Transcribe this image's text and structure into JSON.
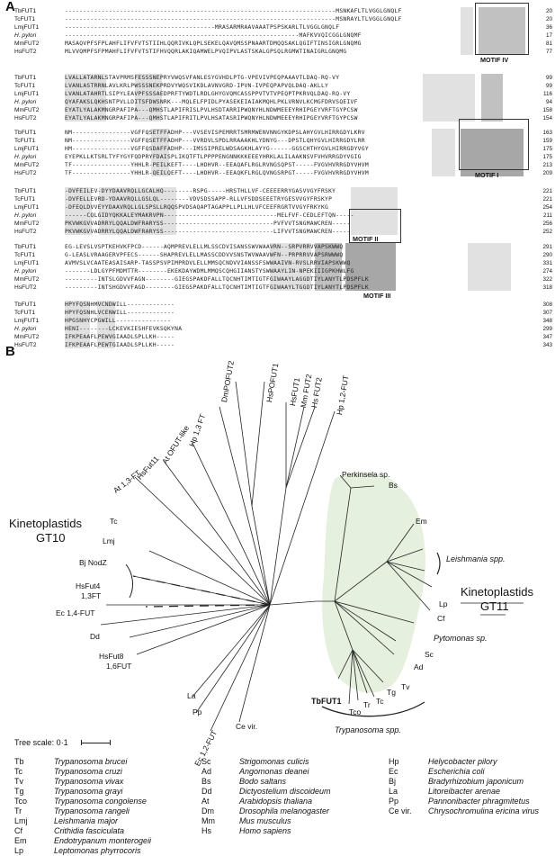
{
  "panelA": {
    "letter": "A",
    "motifs": [
      "MOTIF IV",
      "MOTIF I",
      "MOTIF II",
      "MOTIF III"
    ],
    "blocks": [
      {
        "rows": [
          {
            "name": "TbFUT1",
            "italic": false,
            "seq": "--------------------------------------------------------------------------MSNKAFLTLVGGLGNQLF",
            "end": "20"
          },
          {
            "name": "TcFUT1",
            "italic": false,
            "seq": "--------------------------------------------------------------------------MSNRAYLTLVGGLGNQLF",
            "end": "20"
          },
          {
            "name": "LmjFUT1",
            "italic": false,
            "seq": "-----------------------------------------MRASARMRAAVAAATPSPSKARLTLVGGLGNQLF",
            "end": "36"
          },
          {
            "name": "H. pylori",
            "italic": true,
            "seq": "----------------------------------------------------------------MAFKVVQICGGLGNQMF",
            "end": "17"
          },
          {
            "name": "MmFUT2",
            "italic": false,
            "seq": "MASAQVPFSFPLAHFLIFVFVTSTIIHLQQRIVKLQPLSEKELQAVQMSSPNAARTDMQQSAKLQGIFTINSIGRLGNQMG",
            "end": "81"
          },
          {
            "name": "HsFUT2",
            "italic": false,
            "seq": "MLVVQMPFSFPMAHFLIFVFVTSTIFHVQQRLAKIQAMWELPVQIPVLASTSKALGPSQLRGMWTINAIGRLGNQMG",
            "end": "77"
          }
        ]
      },
      {
        "rows": [
          {
            "name": "TbFUT1",
            "italic": false,
            "seq": "LVALLATARNLSTAVPRMSFESSSNEPRYVWQSVFANLESYGVHDLPTG-VPEVIVPEQPAAAVTLDAQ-RQ-VY",
            "end": "99"
          },
          {
            "name": "TcFUT1",
            "italic": false,
            "seq": "LVANLASTRRNLAVLKRLPWSSSNEKPRDVYWQSVIKDLAVNVGRD-IPVN-IVPEQPAPVQLDAQ-AKLLY",
            "end": "99"
          },
          {
            "name": "LmjFUT1",
            "italic": false,
            "seq": "LVANLATAHRTLSIPYLEAVPFSSSAEDPRFTYWDTLRDLGHYGVQMCASSPPVTVTVPEQPTPKRVQLDAQ-RQ-VY",
            "end": "116"
          },
          {
            "name": "H. pylori",
            "italic": true,
            "seq": "QYAFAKSLQKHSNTPVLLDITSFDWSNRK---MQLELFPIDLPYASEKEIAIAKMQHLPKLVRNVLKCMGFDRVSQEIVF",
            "end": "94"
          },
          {
            "name": "MmFUT2",
            "italic": false,
            "seq": "EYATLYALAKMNGRPAFIPA---QMHSTLAPIFRISLPVLHSDTARRIPWQNYHLNDWMEEEYRHIPGEYVRFTGYPCSW",
            "end": "158"
          },
          {
            "name": "HsFUT2",
            "italic": false,
            "seq": "EYATLYALAKMNGRPAFIPA---QMHSTLAPIFRITLPVLHSATASRIPWQNYHLNDWMEEEYRHIPGEYVRFTGYPCSW",
            "end": "154"
          }
        ]
      },
      {
        "rows": [
          {
            "name": "TbFUT1",
            "italic": false,
            "seq": "NM----------------VGFFQSETFFADHP---VVSEVISPEMRRTSMRMWENVNNGYKDPSLAHYGVLHIRRGDYLKRV",
            "end": "163"
          },
          {
            "name": "TcFUT1",
            "italic": false,
            "seq": "NM----------------VGFFQSETFFADHP---VVRDVLSPDLRRAAAKHLYDNYG---DPSTLQHYGVLHIRRGDYLRR",
            "end": "159"
          },
          {
            "name": "LmjFUT1",
            "italic": false,
            "seq": "HM----------------VGFFQSDAFFADHP---IMSSIPRELWDSAGKHLAYYG------GGSCHTHYGVLHIRRGDYVGY",
            "end": "175"
          },
          {
            "name": "H. pylori",
            "italic": true,
            "seq": "EYEPKLLKTSRLTYFYGYFQDPRYFDAISPLIKQTFTLPPPPENGNNKKKEEEYHRKLALILAAKNSVFVHVRRGDYVGIG",
            "end": "175"
          },
          {
            "name": "MmFUT2",
            "italic": false,
            "seq": "TF----------------YHHLR-PEILKEFT----LHDHVR--EEAQAFLRGLRVNGSQPST-----FVGVHVRRGDYVHVM",
            "end": "213"
          },
          {
            "name": "HsFUT2",
            "italic": false,
            "seq": "TF----------------YHHLR-QEILQEFT----LHDHVR--EEAQKFLRGLQVNGSRPGT-----FVGVHVRRGDYVHVM",
            "end": "209"
          }
        ]
      },
      {
        "rows": [
          {
            "name": "TbFUT1",
            "italic": false,
            "seq": "-DVFEILEV-DYYDAAVRQLLGCALHQ--------RSPG-----HRSTHLLVF-CEEEERRYGASVVGYFRSKY",
            "end": "221"
          },
          {
            "name": "TcFUT1",
            "italic": false,
            "seq": "-DVFELLEVRD-YDAAVRQLLGSLQL--------VDVSDSSAPP-RLLVFSDDSEEETRYGESVVGYFRSKYP",
            "end": "221"
          },
          {
            "name": "LmjFUT1",
            "italic": false,
            "seq": "-DFEQLDVVEYYDAAVRQLLGLSPSLLRQQSPVDSAQAPTAGAPPLLPLLHLVFCEEFRGRTVVGYFRKYKG",
            "end": "254"
          },
          {
            "name": "H. pylori",
            "italic": true,
            "seq": "------CQLGIDYQKKALEYMAKRVPN-------------------------------MELFVF-CEDLEFTQN-----",
            "end": "211"
          },
          {
            "name": "MmFUT2",
            "italic": false,
            "seq": "PKVWKGVVADRRYLQQALDWFRARYSS------------------------------PVFVVTSNGMAWCREN-----",
            "end": "256"
          },
          {
            "name": "HsFUT2",
            "italic": false,
            "seq": "PKVWKGVVADRRYLQQALDWFRARYSS------------------------------LIFVVTSNGMAWCREN-----",
            "end": "252"
          }
        ]
      },
      {
        "rows": [
          {
            "name": "TbFUT1",
            "italic": false,
            "seq": "EG-LEVSLVSPTKEHVKFPCD------AQMPREVLELLMLSSCDVISANSSWVWAAVRN--SRPVRRVVAPSKWWQ",
            "end": "291"
          },
          {
            "name": "TcFUT1",
            "italic": false,
            "seq": "G-LEASLVRAAGERVPFECS------SHAPREVLELLMASSCDDVVSNSTWVWAAVWFN--PRPRRVVAPSRWWWQ",
            "end": "290"
          },
          {
            "name": "LmjFUT1",
            "italic": false,
            "seq": "AVMVSLVCAATEASAISARP-TASSPSVPIMPRDVLELLMMSQCNDVVIANSSFSWWAAIVN-RVSLRRVIAPSKWWQ",
            "end": "331"
          },
          {
            "name": "H. pylori",
            "italic": true,
            "seq": "-------LDLGYPFMDMTTR--------EKEKDAYWDMLMMQSCQHGIIANSTYSWWAAYLIN-NPEKIIIGPKHWLFG",
            "end": "274"
          },
          {
            "name": "MmFUT2",
            "italic": false,
            "seq": "---------INTSLGDVVFAGN--------GIEGSPAKDFALLTQCNHTIMTIGTFGIWAAYLAGGDTIYLANYTLPDSPFLK",
            "end": "322"
          },
          {
            "name": "HsFUT2",
            "italic": false,
            "seq": "---------INTSHGDVVFAGD--------GIEGSPAKDFALLTQCNHTIMTIGTFGIWAAYLTGGDTIYLANYTLPDSPFLK",
            "end": "318"
          }
        ]
      },
      {
        "rows": [
          {
            "name": "TbFUT1",
            "italic": false,
            "seq": "HPYFQSNHMVCNDWILL-------------",
            "end": "308"
          },
          {
            "name": "TcFUT1",
            "italic": false,
            "seq": "HPYFQSNHLVCENWILL-------------",
            "end": "307"
          },
          {
            "name": "LmjFUT1",
            "italic": false,
            "seq": "HPGSNHYCPGWILL---------------",
            "end": "348"
          },
          {
            "name": "H. pylori",
            "italic": true,
            "seq": "HENI--------LCKEVKIESHFEVKSQKYNA",
            "end": "299"
          },
          {
            "name": "MmFUT2",
            "italic": false,
            "seq": "IFKPEAAFLPEWVGIAADLSPLLKH-----",
            "end": "347"
          },
          {
            "name": "HsFUT2",
            "italic": false,
            "seq": "IFKPEAAFLPEWTGIAADLSPLLKH-----",
            "end": "343"
          }
        ]
      }
    ]
  },
  "panelB": {
    "letter": "B",
    "clade_labels": {
      "gt10_title": "Kinetoplastids",
      "gt10_sub": "GT10",
      "gt11_title": "Kinetoplastids",
      "gt11_sub": "GT11",
      "leishmania": "Leishmania spp.",
      "pytomonas": "Pytomonas sp.",
      "trypanosoma": "Trypanosoma spp."
    },
    "leaves": {
      "dm_pofut2": "DmPOFUT2",
      "hs_pofut1": "HsPOFUT1",
      "hs_fut1": "HsFUT1",
      "mm_fut2": "Mm FUT2",
      "hs_fut2": "Hs FUT2",
      "hp_12_fut": "Hp 1,2-FUT",
      "hp_13_ft": "Hp 1,3 FT",
      "at_ofut_like": "At OFUT-like",
      "hs_fut11": "HsFut11",
      "at_13_ft": "At 1,3-FT",
      "tc": "Tc",
      "lmj": "Lmj",
      "bj_nodz": "Bj NodZ",
      "hs_fut4": "HsFut4",
      "hs_fut4_sub": "1,3FT",
      "ec_14_fut": "Ec 1,4-FUT",
      "dd": "Dd",
      "hs_fut8": "HsFut8",
      "hs_fut8_sub": "1,6FUT",
      "la": "La",
      "pp": "Pp",
      "ec_12_fut": "Ec 1,2-FUT",
      "ce_vir": "Ce vir.",
      "perkinsela": "Perkinsela sp.",
      "bs": "Bs",
      "em": "Em",
      "lp": "Lp",
      "cf": "Cf",
      "sc": "Sc",
      "ad": "Ad",
      "tv": "Tv",
      "tg": "Tg",
      "tc2": "Tc",
      "tr": "Tr",
      "tco": "Tco",
      "tbfut1": "TbFUT1"
    },
    "tree_scale_label": "Tree scale: 0·1",
    "legend": [
      [
        {
          "ab": "Tb",
          "name": "Trypanosoma brucei"
        },
        {
          "ab": "Tc",
          "name": "Trypanosoma cruzi"
        },
        {
          "ab": "Tv",
          "name": "Trypanosoma vivax"
        },
        {
          "ab": "Tg",
          "name": "Trypanosoma grayi"
        },
        {
          "ab": "Tco",
          "name": "Trypanosoma congolense"
        },
        {
          "ab": "Tr",
          "name": "Trypanosoma rangeli"
        },
        {
          "ab": "Lmj",
          "name": "Leishmania major"
        },
        {
          "ab": "Cf",
          "name": "Crithidia fasciculata"
        },
        {
          "ab": "Em",
          "name": "Endotrypanum monterogeii"
        },
        {
          "ab": "Lp",
          "name": "Leptomonas phyrrocoris"
        }
      ],
      [
        {
          "ab": "Sc",
          "name": "Strigomonas culicis"
        },
        {
          "ab": "Ad",
          "name": "Angomonas deanei"
        },
        {
          "ab": "Bs",
          "name": "Bodo saltans"
        },
        {
          "ab": "Dd",
          "name": "Dictyostelium discoideum"
        },
        {
          "ab": "At",
          "name": "Arabidopsis thaliana"
        },
        {
          "ab": "Dm",
          "name": "Drosophila melanogaster"
        },
        {
          "ab": "Mm",
          "name": "Mus musculus"
        },
        {
          "ab": "Hs",
          "name": "Homo sapiens"
        }
      ],
      [
        {
          "ab": "Hp",
          "name": "Helycobacter pilory"
        },
        {
          "ab": "Ec",
          "name": "Escherichia coli"
        },
        {
          "ab": "Bj",
          "name": "Bradyrhizobium japonicum"
        },
        {
          "ab": "La",
          "name": "Litoreibacter arenae"
        },
        {
          "ab": "Pp",
          "name": "Pannonibacter phragmitetus"
        },
        {
          "ab": "Ce vir.",
          "name": "Chrysochromulina ericina virus"
        }
      ]
    ]
  }
}
